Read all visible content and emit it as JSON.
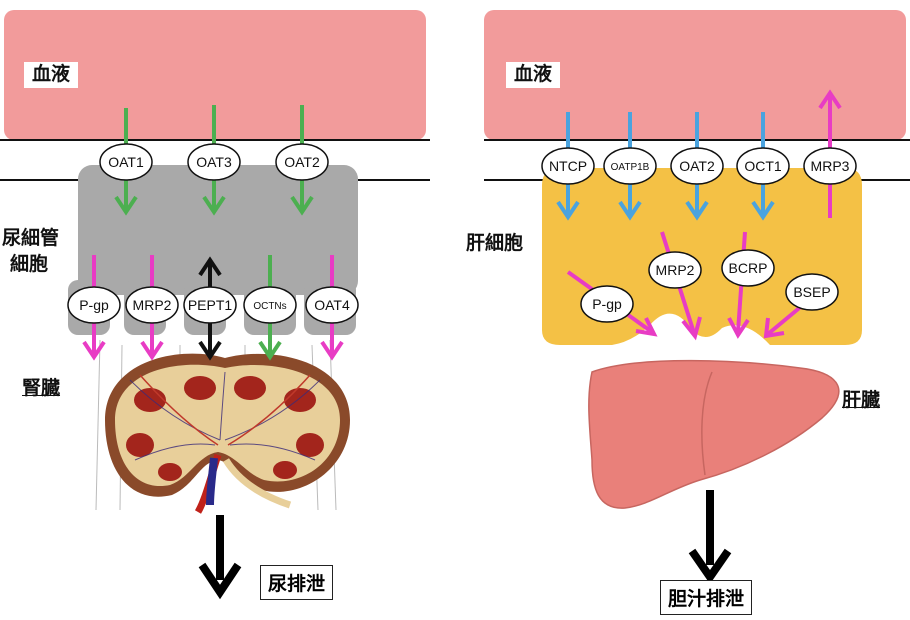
{
  "kidney_panel": {
    "blood_label": "血液",
    "cell_label_line1": "尿細管",
    "cell_label_line2": "細胞",
    "organ_label": "腎臓",
    "excretion_label": "尿排泄",
    "uptake_transporters": [
      "OAT1",
      "OAT3",
      "OAT2"
    ],
    "efflux_transporters": [
      "P-gp",
      "MRP2",
      "PEPT1",
      "OCTNs",
      "OAT4"
    ]
  },
  "liver_panel": {
    "blood_label": "血液",
    "cell_label": "肝細胞",
    "organ_label": "肝臓",
    "excretion_label": "胆汁排泄",
    "uptake_transporters": [
      "NTCP",
      "OATP1B",
      "OAT2",
      "OCT1"
    ],
    "basolateral_efflux_transporter": "MRP3",
    "canalicular_transporters": [
      "P-gp",
      "MRP2",
      "BCRP",
      "BSEP"
    ]
  },
  "colors": {
    "blood": "#f29b9b",
    "kidney_cell": "#a9a9a9",
    "hepatocyte": "#f4c145",
    "arrow_green": "#4caf50",
    "arrow_magenta": "#e83cc4",
    "arrow_blue": "#4aa3df",
    "liver": "#e9807a"
  }
}
